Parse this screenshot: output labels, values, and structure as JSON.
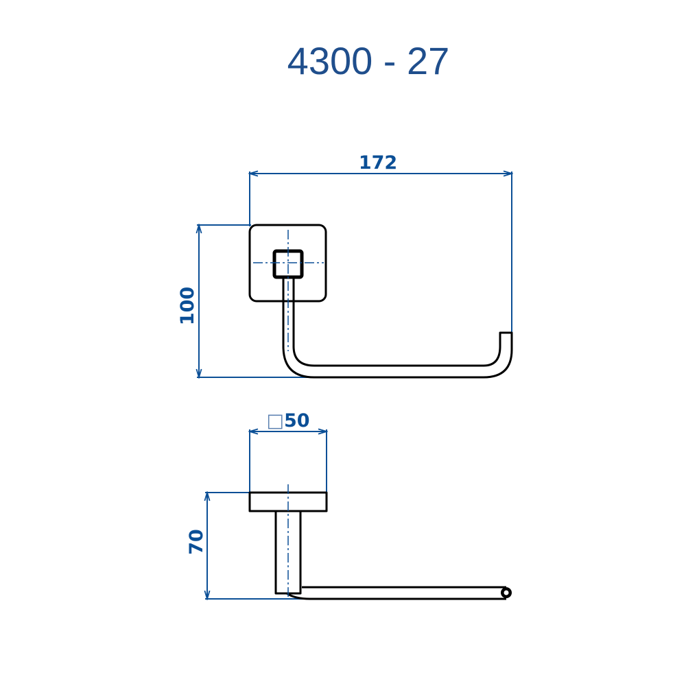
{
  "title": "4300 - 27",
  "top_view": {
    "width_dim": "172",
    "height_dim": "100"
  },
  "side_view": {
    "plate_dim_symbol": "□",
    "plate_dim": "50",
    "depth_dim": "70"
  },
  "colors": {
    "title": "#1f4e8c",
    "dimension": "#0b4f96",
    "outline": "#000000"
  }
}
